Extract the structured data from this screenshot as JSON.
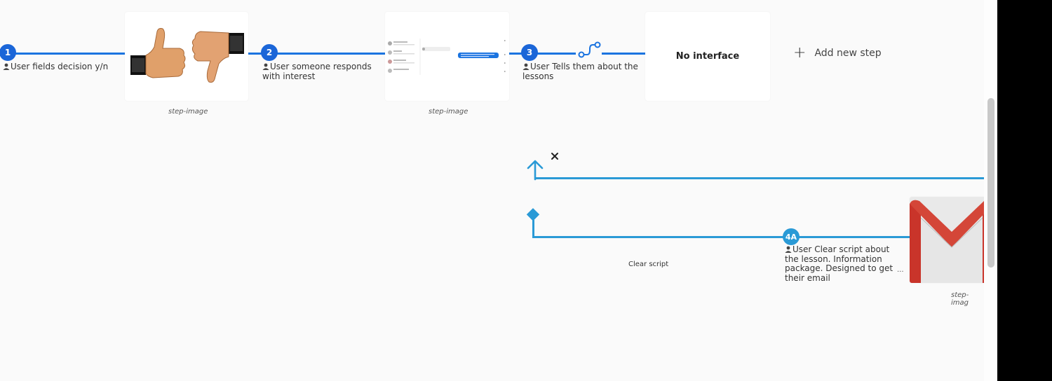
{
  "steps": [
    {
      "number": "1",
      "actor": "User",
      "text": "fields decision y/n"
    },
    {
      "number": "2",
      "actor": "User",
      "text": "someone responds with interest"
    },
    {
      "number": "3",
      "actor": "User",
      "text": "Tells them about the lessons"
    }
  ],
  "cards": {
    "card1_caption": "step-image",
    "card2_caption": "step-image",
    "card3_text": "No interface"
  },
  "add_step_label": "Add new step",
  "branch": {
    "number": "4A",
    "actor": "User",
    "text": "Clear script about the lesson. Information package. Designed to get their email",
    "ellipsis": "...",
    "path_label": "Clear script",
    "caption": "step-imag"
  },
  "icons": {
    "connector": "route-icon",
    "up_arrow": "arrow-up-icon",
    "close": "close-icon",
    "decision": "diamond-icon",
    "person": "person-icon",
    "plus": "plus-icon",
    "gmail": "gmail-logo"
  },
  "colors": {
    "primary": "#1b66d8",
    "branch": "#2a9ad6",
    "gmail_red": "#d44638"
  }
}
